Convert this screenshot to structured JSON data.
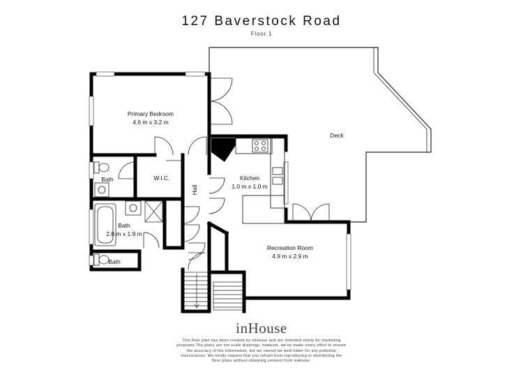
{
  "header": {
    "title": "127 Baverstock Road",
    "subtitle": "Floor 1"
  },
  "rooms": {
    "primary_bedroom": {
      "name": "Primary Bedroom",
      "size": "4.6 m x 3.2 m"
    },
    "deck": {
      "name": "Deck"
    },
    "kitchen": {
      "name": "Kitchen",
      "size": "1.0 m x 1.0 m"
    },
    "wic": {
      "name": "W.I.C."
    },
    "hall": {
      "name": "Hall"
    },
    "bath_ensuite": {
      "name": "Bath"
    },
    "bath_main": {
      "name": "Bath",
      "size": "2.8 m x 1.9 m"
    },
    "bath_toilet": {
      "name": "Bath"
    },
    "recreation_room": {
      "name": "Recreation Room",
      "size": "4.9 m x 2.9 m"
    }
  },
  "branding": {
    "logo": "inHouse"
  },
  "disclaimer": {
    "lines": [
      "This floor plan has been created by inHouse and are intended solely for marketing",
      "purposes.The plans are not scale drawings, however, we've made every effort to ensure",
      "the accuracy of the information, but we cannot be held liable for any potential",
      "inaccuracies. We kindly request that you refrain from reproducing or distributing the",
      "floor plans without obtaining consent from inHouse."
    ]
  }
}
